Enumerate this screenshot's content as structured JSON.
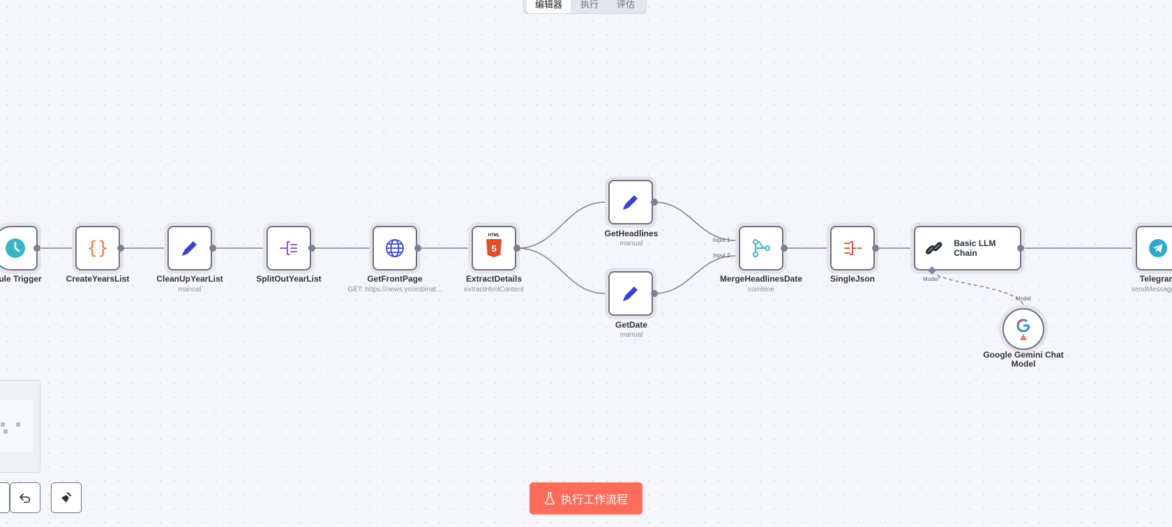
{
  "tabs": [
    {
      "label": "编辑器"
    },
    {
      "label": "执行"
    },
    {
      "label": "评估"
    }
  ],
  "nodes": {
    "schedule_trigger": {
      "name": "edule Trigger"
    },
    "create_years_list": {
      "name": "CreateYearsList"
    },
    "clean_up_year_list": {
      "name": "CleanUpYearList",
      "subtitle": "manual"
    },
    "split_out_year_list": {
      "name": "SplitOutYearList"
    },
    "get_front_page": {
      "name": "GetFrontPage",
      "subtitle": "GET: https://news.ycombinat..."
    },
    "extract_details": {
      "name": "ExtractDetails",
      "subtitle": "extractHtmlContent",
      "badge": "HTML",
      "glyph": "5"
    },
    "get_headlines": {
      "name": "GetHeadlines",
      "subtitle": "manual"
    },
    "get_date": {
      "name": "GetDate",
      "subtitle": "manual"
    },
    "merge_headlines_date": {
      "name": "MergeHeadlinesDate",
      "subtitle": "combine",
      "input1": "Input 1",
      "input2": "Input 2"
    },
    "single_json": {
      "name": "SingleJson"
    },
    "basic_llm_chain": {
      "name": "Basic LLM Chain",
      "port_label": "Model",
      "required_mark": "*"
    },
    "google_gemini": {
      "name_line1": "Google Gemini Chat",
      "name_line2": "Model",
      "port_label": "Model"
    },
    "telegram": {
      "name": "Telegram",
      "subtitle": "sendMessage: m"
    }
  },
  "run_button": {
    "label": "执行工作流程"
  },
  "colors": {
    "accent": "#ff6d5a",
    "edit_icon": "#3a3fe0",
    "trigger_icon": "#36b8c4",
    "code_icon": "#ff7a45",
    "split_icon": "#8b5fd6",
    "merge_icon": "#36b8c4",
    "html": "#e44d26"
  }
}
